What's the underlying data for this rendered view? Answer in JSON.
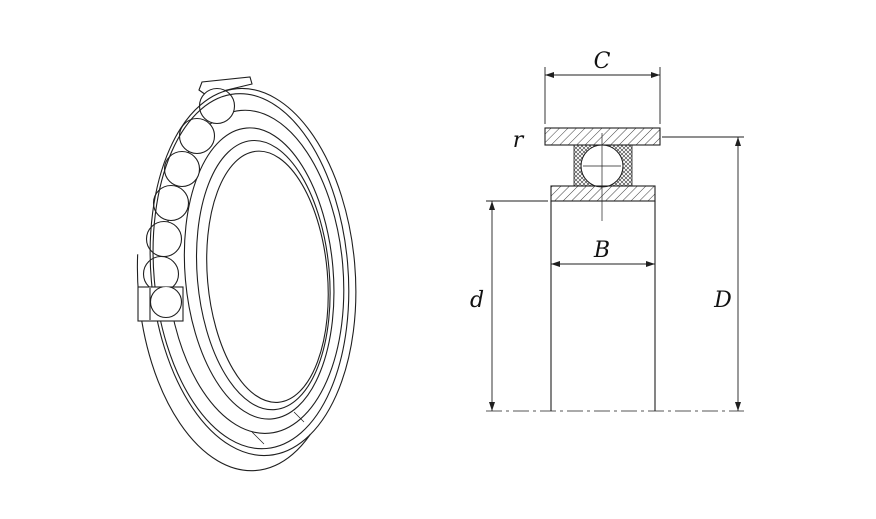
{
  "page": {
    "background": "#ffffff",
    "line_color": "#1f1f1f"
  },
  "drawing": {
    "type": "ball-bearing-technical-drawing",
    "dimension_labels": {
      "outer_width": "C",
      "fillet_radius": "r",
      "inner_ring_width": "B",
      "bore_diameter": "d",
      "outside_diameter": "D"
    }
  }
}
